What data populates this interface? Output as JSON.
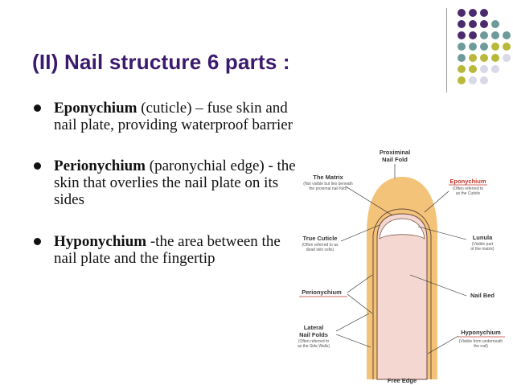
{
  "slide": {
    "title": "(II) Nail structure 6 parts :",
    "bullets": [
      {
        "term": "Eponychium",
        "rest": " (cuticle) – fuse skin and nail plate, providing waterproof barrier"
      },
      {
        "term": "Perionychium",
        "rest": " (paronychial edge) -  the skin that overlies the nail plate on its sides"
      },
      {
        "term": "Hyponychium",
        "rest": " -the area between the nail plate and the fingertip"
      }
    ]
  },
  "diagram": {
    "proximal_nail_fold": [
      "Proximinal",
      "Nail Fold"
    ],
    "matrix": {
      "title": "The Matrix",
      "note": [
        "(Not visible but lies beneath",
        "the proximal nail fold)"
      ]
    },
    "eponychium": {
      "title": "Eponychium",
      "note": [
        "(Often referred to",
        "as the Cuticle"
      ]
    },
    "true_cuticle": {
      "title": "True Cuticle",
      "note": [
        "(Often referred to as",
        "dead skin cells)"
      ]
    },
    "lunula": {
      "title": "Lunula",
      "note": [
        "(Visible part",
        "of the matrix)"
      ]
    },
    "perionychium": {
      "title": "Perionychium"
    },
    "nail_bed": {
      "title": "Nail Bed"
    },
    "lateral_nail_folds": {
      "title": [
        "Lateral",
        "Nail Folds"
      ],
      "note": [
        "(Often referred to",
        "as the Side Walls)"
      ]
    },
    "hyponychium": {
      "title": "Hyponychium",
      "note": [
        "(Visible from underneath",
        "the nail)"
      ]
    },
    "free_edge": {
      "title": "Free Edge"
    }
  },
  "colors": {
    "title": "#3b1a6e",
    "skin": "#f4c37a",
    "nail_plate": "#f4d7d0",
    "accent_purple": "#4b2a6e",
    "accent_teal": "#6f9a9a",
    "accent_olive": "#b8b83a",
    "accent_lavender": "#d8d8e8"
  }
}
